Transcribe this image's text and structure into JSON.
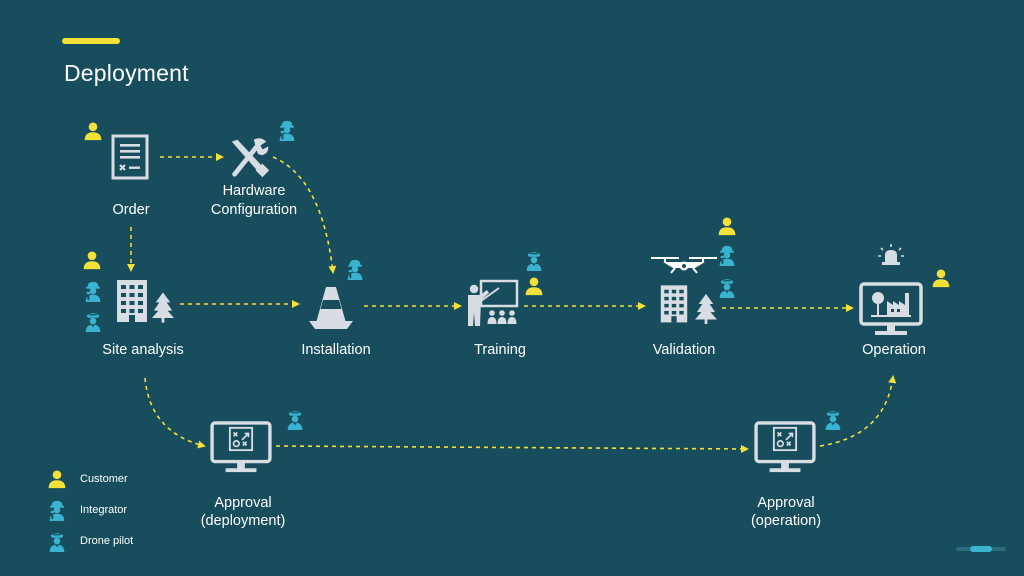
{
  "title": "Deployment",
  "steps": {
    "order": "Order",
    "hardware_line1": "Hardware",
    "hardware_line2": "Configuration",
    "site_analysis": "Site analysis",
    "installation": "Installation",
    "training": "Training",
    "validation": "Validation",
    "operation": "Operation",
    "approval_deploy_line1": "Approval",
    "approval_deploy_line2": "(deployment)",
    "approval_op_line1": "Approval",
    "approval_op_line2": "(operation)"
  },
  "legend": {
    "customer": "Customer",
    "integrator": "Integrator",
    "drone_pilot": "Drone pilot"
  },
  "colors": {
    "background": "#174d5d",
    "accent": "#f5e03a",
    "icon": "#d7dde2",
    "customer": "#f5e03a",
    "staff": "#3ab3d0"
  }
}
